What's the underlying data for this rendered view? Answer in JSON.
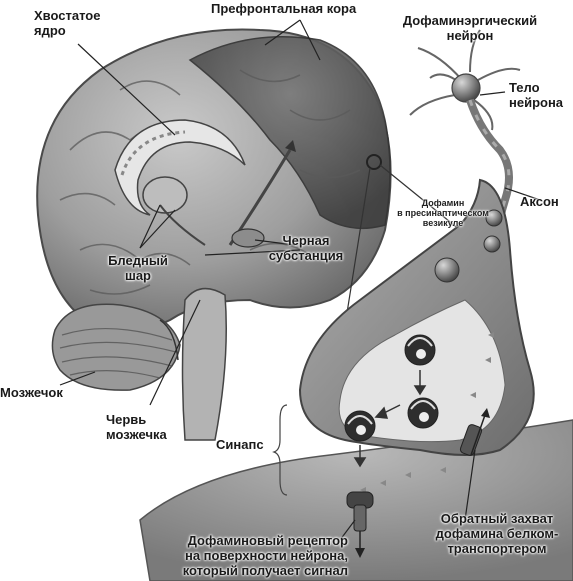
{
  "labels": {
    "caudate": "Хвостатое\nядро",
    "prefrontal": "Префронтальная кора",
    "dopamine_neuron": "Дофаминэргический\nнейрон",
    "neuron_body": "Тело\nнейрона",
    "axon": "Аксон",
    "vesicle": "Дофамин\nв пресинаптическом\nвезикуле",
    "globus_pallidus": "Бледный\nшар",
    "substantia_nigra": "Черная\nсубстанция",
    "cerebellum": "Мозжечок",
    "vermis": "Червь\nмозжечка",
    "synapse": "Синапс",
    "reuptake": "Обратный захват\nдофамина белком-\nтранспортером",
    "receptor": "Дофаминовый рецептор\nна поверхности нейрона,\nкоторый получает сигнал"
  },
  "colors": {
    "brain": "#9a9a9a",
    "brain_dark": "#6e6e6e",
    "prefrontal": "#555555",
    "terminal": "#8c8c8c",
    "synaptic_fill": "#e4e4e4",
    "text": "#1a1a1a"
  }
}
